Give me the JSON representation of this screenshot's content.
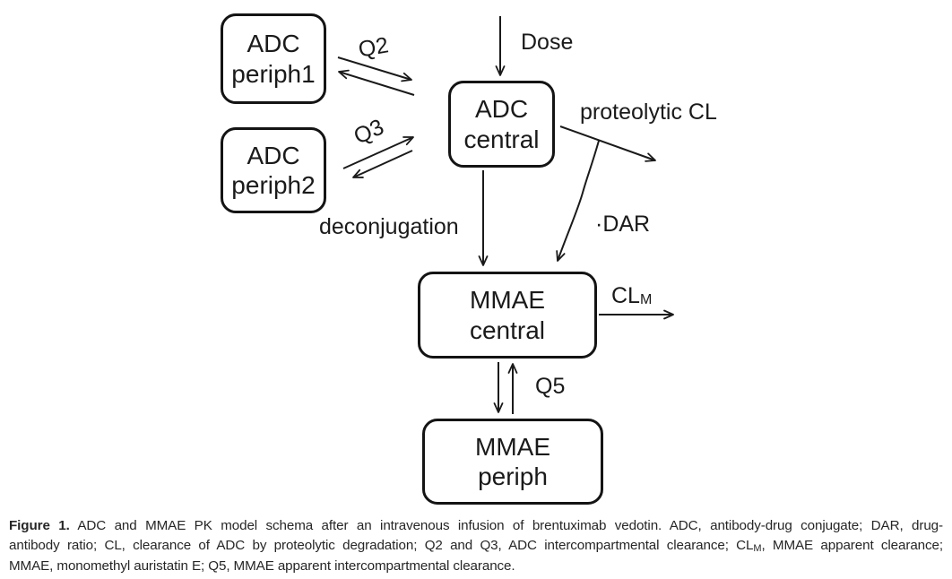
{
  "figure": {
    "nodes": {
      "adc_periph1": {
        "line1": "ADC",
        "line2": "periph1"
      },
      "adc_periph2": {
        "line1": "ADC",
        "line2": "periph2"
      },
      "adc_central": {
        "line1": "ADC",
        "line2": "central"
      },
      "mmae_central": {
        "line1": "MMAE",
        "line2": "central"
      },
      "mmae_periph": {
        "line1": "MMAE",
        "line2": "periph"
      }
    },
    "labels": {
      "dose": "Dose",
      "q2": "Q2",
      "q3": "Q3",
      "proteolytic_cl": "proteolytic CL",
      "deconjugation": "deconjugation",
      "dar": "·DAR",
      "clm_base": "CL",
      "clm_sub": "M",
      "q5": "Q5"
    },
    "colors": {
      "line": "#1a1a1a",
      "background": "#ffffff",
      "caption_text": "#262626"
    }
  },
  "caption": {
    "line1_bold": "Figure 1.",
    "line1_rest": " ADC and MMAE PK model schema after an intravenous infusion of brentuximab vedotin. ADC, antibody-drug conjugate; DAR, drug-",
    "line2_pre": "antibody ratio; CL, clearance of ADC by proteolytic degradation; Q2 and Q3, ADC intercompartmental clearance; CL",
    "line2_sub": "M",
    "line2_post": ", MMAE apparent clearance;",
    "line3": "MMAE, monomethyl auristatin E; Q5, MMAE apparent intercompartmental clearance."
  }
}
